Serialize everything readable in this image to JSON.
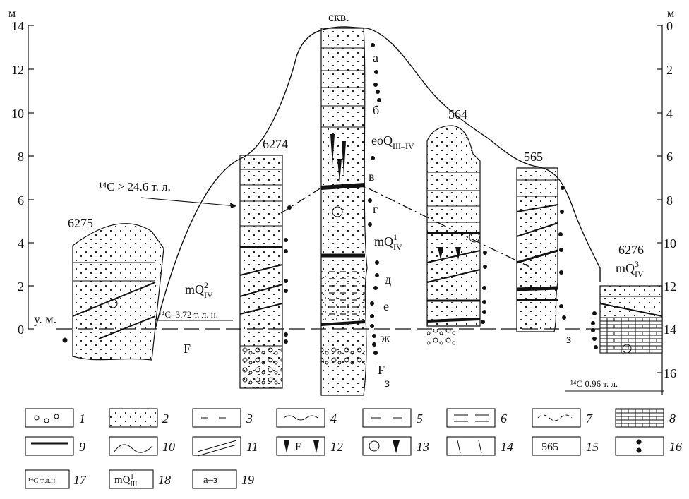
{
  "axes": {
    "left_unit": "м",
    "right_unit": "м",
    "left_ticks": [
      "14",
      "12",
      "10",
      "8",
      "6",
      "4",
      "2",
      "0"
    ],
    "right_ticks": [
      "0",
      "2",
      "4",
      "6",
      "8",
      "10",
      "12",
      "14",
      "16"
    ]
  },
  "sections": {
    "skv": "скв.",
    "s6274": "6274",
    "s6275": "6275",
    "s564": "564",
    "s565": "565",
    "s6276": "6276"
  },
  "annotations": {
    "c14_gt": "¹⁴C > 24.6 т. л.",
    "c14_372": "¹⁴C–3.72 т. л. н.",
    "c14_096": "¹⁴C 0.96 т. л.",
    "sea_level": "у. м.",
    "f_left": "F",
    "f_center": "F",
    "z_right": "з",
    "mq_iv2": "mQ",
    "mq_iv2_sup": "2",
    "mq_iv2_sub": "IV",
    "mq_iv1": "mQ",
    "mq_iv1_sup": "1",
    "mq_iv1_sub": "IV",
    "mq_iv3": "mQ",
    "mq_iv3_sup": "3",
    "mq_iv3_sub": "IV",
    "eoq": "eoQ",
    "eoq_sub": "III–IV"
  },
  "layer_letters": [
    "а",
    "б",
    "в",
    "г",
    "д",
    "е",
    "ж",
    "з"
  ],
  "legend": {
    "items": [
      {
        "num": "1"
      },
      {
        "num": "2"
      },
      {
        "num": "3"
      },
      {
        "num": "4"
      },
      {
        "num": "5"
      },
      {
        "num": "6"
      },
      {
        "num": "7"
      },
      {
        "num": "8"
      },
      {
        "num": "9"
      },
      {
        "num": "10"
      },
      {
        "num": "11"
      },
      {
        "num": "12"
      },
      {
        "num": "13"
      },
      {
        "num": "14"
      },
      {
        "num": "15"
      },
      {
        "num": "16"
      },
      {
        "num": "17"
      },
      {
        "num": "18"
      },
      {
        "num": "19"
      }
    ],
    "box12_text": "F",
    "box15_text": "565",
    "box17_text": "¹⁴С т.л.н.",
    "box18_text": "mQ",
    "box18_sup": "1",
    "box18_sub": "III",
    "box19_text": "а–з"
  }
}
